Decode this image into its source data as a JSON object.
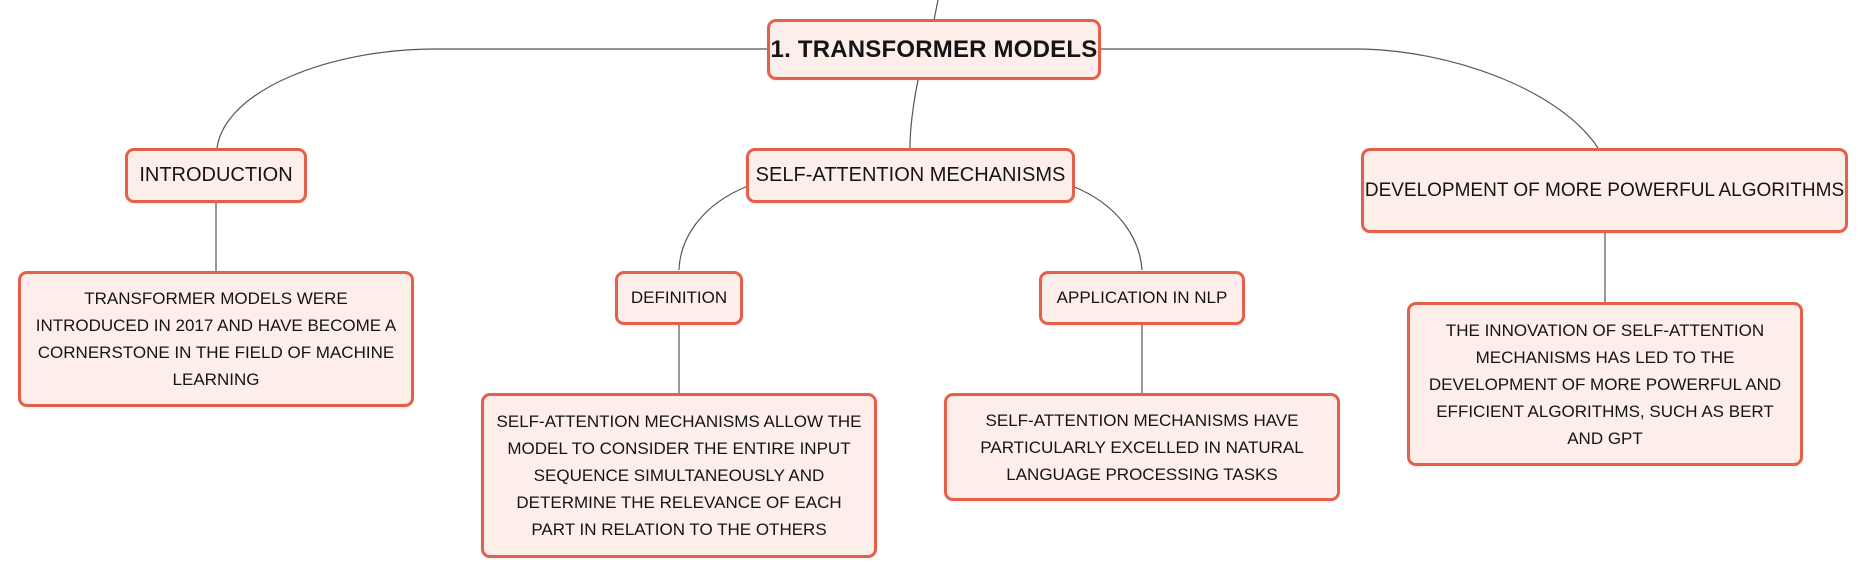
{
  "root": {
    "label": "1. TRANSFORMER MODELS"
  },
  "branches": {
    "introduction": {
      "label": "INTRODUCTION",
      "detail": "TRANSFORMER MODELS WERE INTRODUCED IN 2017 AND HAVE BECOME A CORNERSTONE IN THE FIELD OF MACHINE LEARNING"
    },
    "self_attention": {
      "label": "SELF-ATTENTION MECHANISMS",
      "definition": {
        "label": "DEFINITION",
        "detail": "SELF-ATTENTION MECHANISMS ALLOW THE MODEL TO CONSIDER THE ENTIRE INPUT SEQUENCE SIMULTANEOUSLY AND DETERMINE THE RELEVANCE OF EACH PART IN RELATION TO THE OTHERS"
      },
      "application": {
        "label": "APPLICATION IN NLP",
        "detail": "SELF-ATTENTION MECHANISMS HAVE PARTICULARLY EXCELLED IN NATURAL LANGUAGE PROCESSING TASKS"
      }
    },
    "development": {
      "label": "DEVELOPMENT OF MORE POWERFUL ALGORITHMS",
      "detail": "THE INNOVATION OF SELF-ATTENTION MECHANISMS HAS LED TO THE DEVELOPMENT OF MORE POWERFUL AND EFFICIENT ALGORITHMS, SUCH AS BERT AND GPT"
    }
  },
  "colors": {
    "node_fill": "#fdeeea",
    "node_border": "#e5604a",
    "connector": "#555555",
    "text": "#141414"
  }
}
